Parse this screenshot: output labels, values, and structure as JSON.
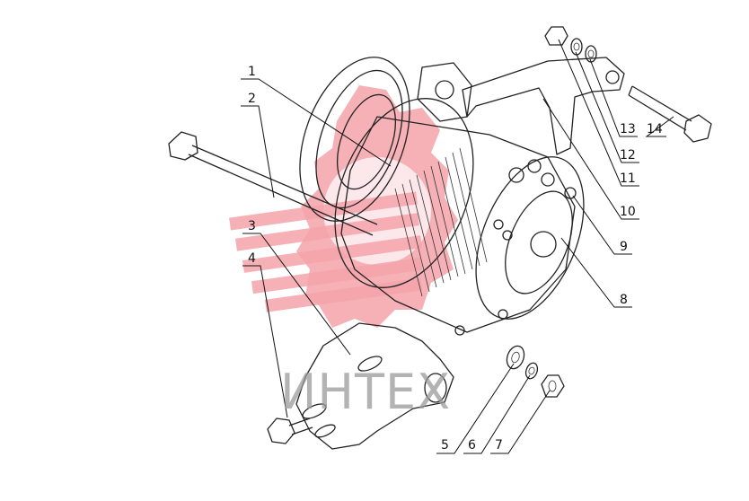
{
  "watermark": {
    "text": "ИНТЕХ",
    "color": "#f4a3aa"
  },
  "callouts": [
    {
      "id": "1",
      "label": "1"
    },
    {
      "id": "2",
      "label": "2"
    },
    {
      "id": "3",
      "label": "3"
    },
    {
      "id": "4",
      "label": "4"
    },
    {
      "id": "5",
      "label": "5"
    },
    {
      "id": "6",
      "label": "6"
    },
    {
      "id": "7",
      "label": "7"
    },
    {
      "id": "8",
      "label": "8"
    },
    {
      "id": "9",
      "label": "9"
    },
    {
      "id": "10",
      "label": "10"
    },
    {
      "id": "11",
      "label": "11"
    },
    {
      "id": "12",
      "label": "12"
    },
    {
      "id": "13",
      "label": "13"
    },
    {
      "id": "14",
      "label": "14"
    }
  ]
}
